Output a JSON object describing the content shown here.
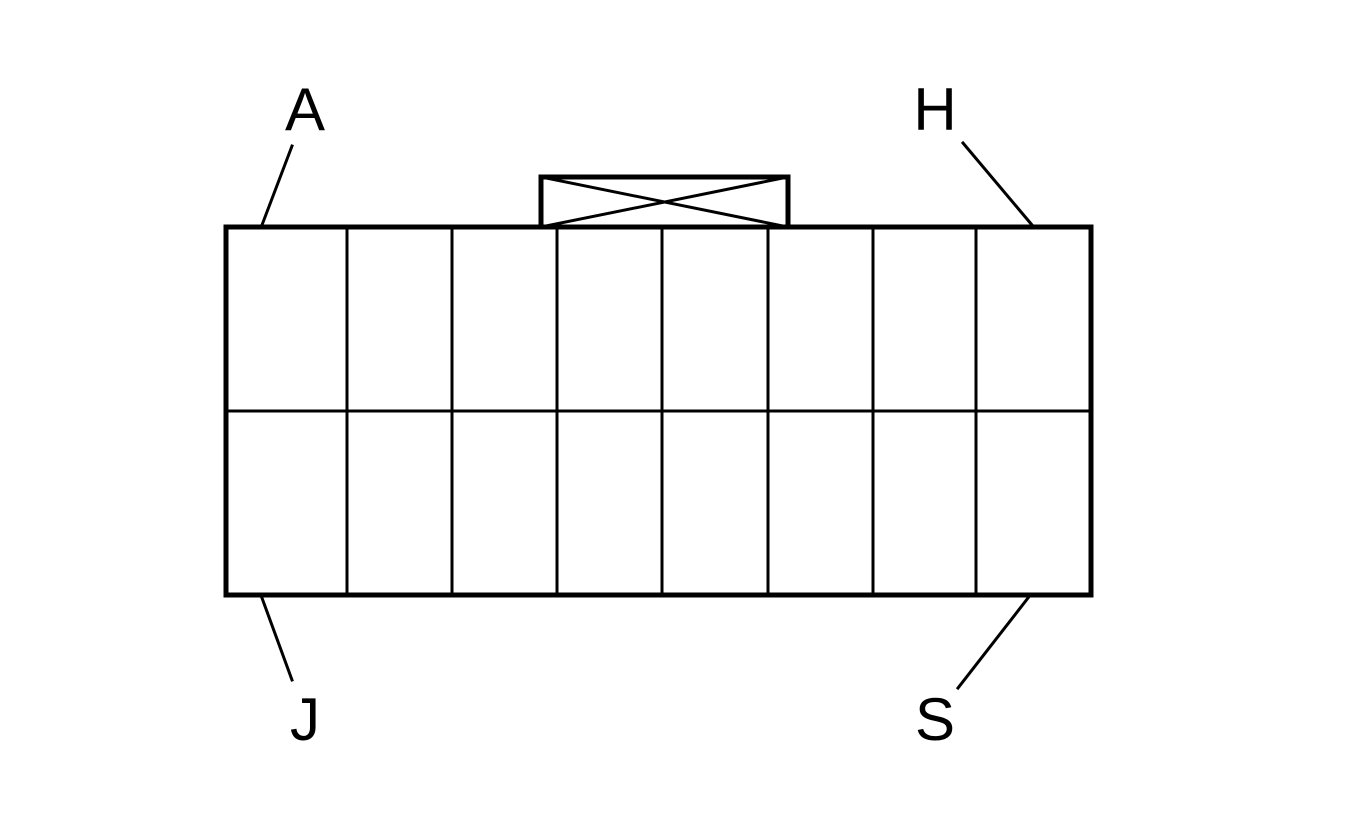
{
  "connector": {
    "columns": 8,
    "rows": 2,
    "corner_labels": {
      "top_left": "A",
      "top_right": "H",
      "bottom_left": "J",
      "bottom_right": "S"
    },
    "line_color": "#000000",
    "background_color": "#ffffff",
    "locking_tab": "crossed-box"
  }
}
